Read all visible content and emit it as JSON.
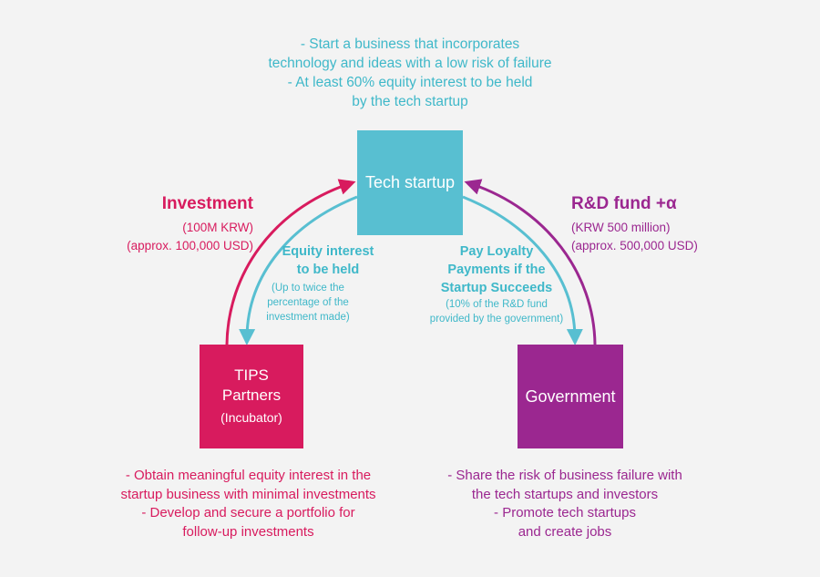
{
  "top_note": [
    "- Start a business that incorporates",
    "technology and ideas with a low risk of failure",
    "- At least 60% equity interest to be held",
    "by the tech startup"
  ],
  "tech_startup": {
    "label": "Tech startup"
  },
  "tips": {
    "line1": "TIPS",
    "line2": "Partners",
    "sub": "(Incubator)"
  },
  "government": {
    "label": "Government"
  },
  "investment": {
    "title": "Investment",
    "lines": [
      "(100M KRW)",
      "(approx. 100,000 USD)"
    ]
  },
  "rd_fund": {
    "title": "R&D fund +α",
    "lines": [
      "(KRW 500 million)",
      "(approx. 500,000 USD)"
    ]
  },
  "equity": {
    "title": [
      "Equity interest",
      "to be held"
    ],
    "lines": [
      "(Up to twice the",
      "percentage of the",
      "investment made)"
    ]
  },
  "loyalty": {
    "title": [
      "Pay Loyalty",
      "Payments if the",
      "Startup Succeeds"
    ],
    "lines": [
      "(10% of the R&D fund",
      "provided by the government)"
    ]
  },
  "tips_note": [
    "- Obtain meaningful equity interest in the",
    "startup business with minimal investments",
    "- Develop and secure a portfolio for",
    "follow-up investments"
  ],
  "gov_note": [
    "- Share the risk of business failure with",
    "the tech startups and investors",
    "- Promote tech startups",
    "and create jobs"
  ],
  "colors": {
    "cyan": "#58bfd1",
    "magenta": "#d81b5e",
    "purple": "#9b2790"
  }
}
